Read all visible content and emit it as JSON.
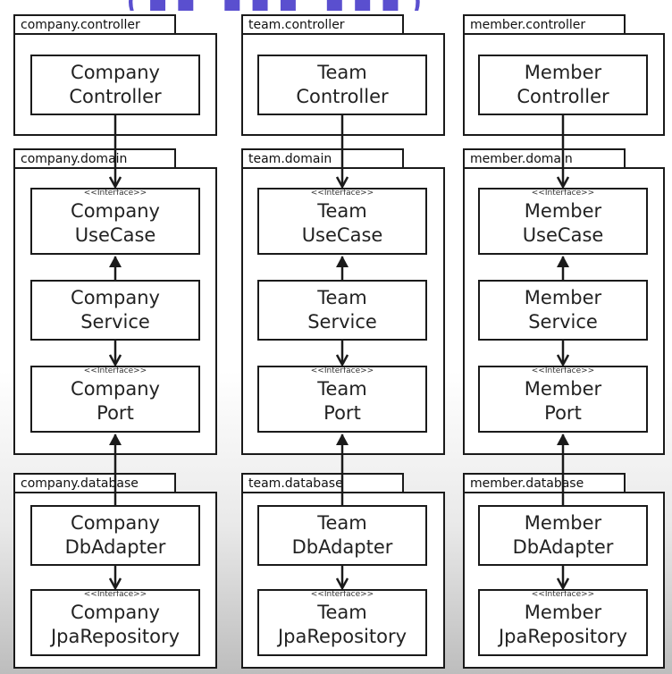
{
  "columns": [
    {
      "controller_pkg": "company.controller",
      "domain_pkg": "company.domain",
      "database_pkg": "company.database",
      "controller": [
        "Company",
        "Controller"
      ],
      "usecase": [
        "Company",
        "UseCase"
      ],
      "service": [
        "Company",
        "Service"
      ],
      "port": [
        "Company",
        "Port"
      ],
      "adapter": [
        "Company",
        "DbAdapter"
      ],
      "repo": [
        "Company",
        "JpaRepository"
      ]
    },
    {
      "controller_pkg": "team.controller",
      "domain_pkg": "team.domain",
      "database_pkg": "team.database",
      "controller": [
        "Team",
        "Controller"
      ],
      "usecase": [
        "Team",
        "UseCase"
      ],
      "service": [
        "Team",
        "Service"
      ],
      "port": [
        "Team",
        "Port"
      ],
      "adapter": [
        "Team",
        "DbAdapter"
      ],
      "repo": [
        "Team",
        "JpaRepository"
      ]
    },
    {
      "controller_pkg": "member.controller",
      "domain_pkg": "member.domain",
      "database_pkg": "member.database",
      "controller": [
        "Member",
        "Controller"
      ],
      "usecase": [
        "Member",
        "UseCase"
      ],
      "service": [
        "Member",
        "Service"
      ],
      "port": [
        "Member",
        "Port"
      ],
      "adapter": [
        "Member",
        "DbAdapter"
      ],
      "repo": [
        "Member",
        "JpaRepository"
      ]
    }
  ],
  "stereotype": "<<Interface>>"
}
